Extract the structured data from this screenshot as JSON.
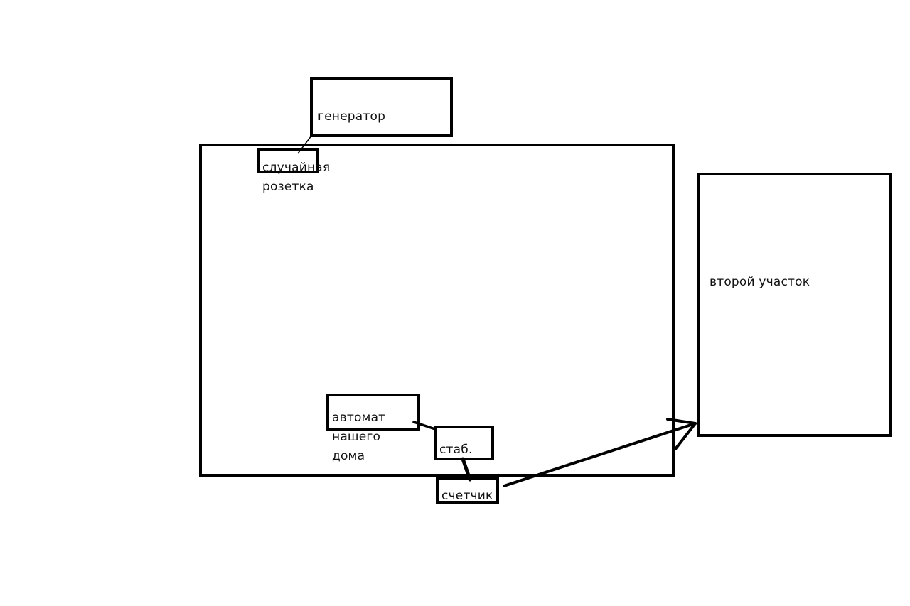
{
  "diagram": {
    "labels": {
      "generator": "генератор",
      "socket_line1": "случайная",
      "socket_line2": "розетка",
      "breaker_line1": "автомат",
      "breaker_line2": "нашего",
      "breaker_line3": "дома",
      "stabilizer": "стаб.",
      "meter": "счетчик",
      "second_plot": "второй участок"
    },
    "colors": {
      "ink": "#000000",
      "background": "#ffffff"
    }
  }
}
